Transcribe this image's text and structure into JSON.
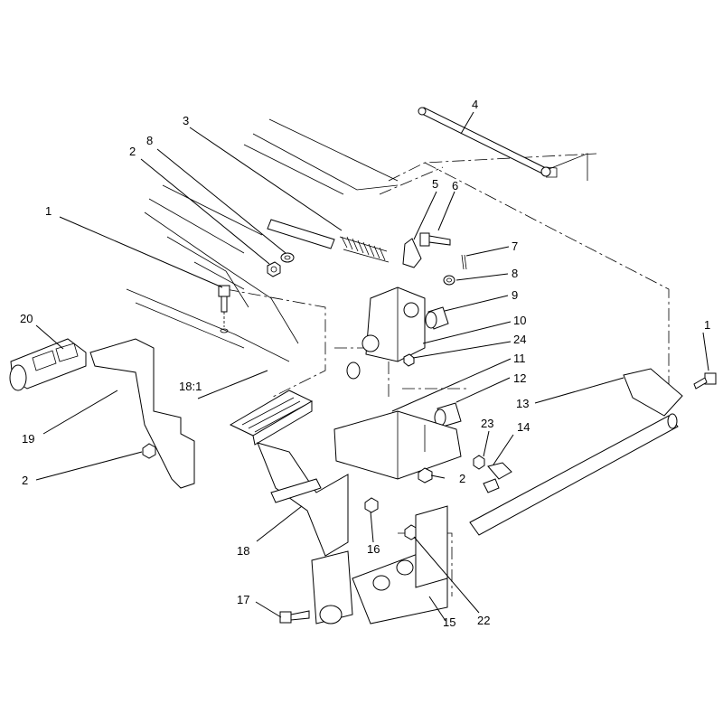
{
  "diagram": {
    "callouts": [
      {
        "id": "c1a",
        "label": "1"
      },
      {
        "id": "c1b",
        "label": "1"
      },
      {
        "id": "c2a",
        "label": "2"
      },
      {
        "id": "c2b",
        "label": "2"
      },
      {
        "id": "c2c",
        "label": "2"
      },
      {
        "id": "c3",
        "label": "3"
      },
      {
        "id": "c4",
        "label": "4"
      },
      {
        "id": "c5",
        "label": "5"
      },
      {
        "id": "c6",
        "label": "6"
      },
      {
        "id": "c7",
        "label": "7"
      },
      {
        "id": "c8a",
        "label": "8"
      },
      {
        "id": "c8b",
        "label": "8"
      },
      {
        "id": "c9",
        "label": "9"
      },
      {
        "id": "c10",
        "label": "10"
      },
      {
        "id": "c11",
        "label": "11"
      },
      {
        "id": "c12",
        "label": "12"
      },
      {
        "id": "c13",
        "label": "13"
      },
      {
        "id": "c14",
        "label": "14"
      },
      {
        "id": "c15",
        "label": "15"
      },
      {
        "id": "c16",
        "label": "16"
      },
      {
        "id": "c17",
        "label": "17"
      },
      {
        "id": "c18",
        "label": "18"
      },
      {
        "id": "c18-1",
        "label": "18:1"
      },
      {
        "id": "c19",
        "label": "19"
      },
      {
        "id": "c20",
        "label": "20"
      },
      {
        "id": "c22",
        "label": "22"
      },
      {
        "id": "c23",
        "label": "23"
      },
      {
        "id": "c24",
        "label": "24"
      }
    ]
  }
}
